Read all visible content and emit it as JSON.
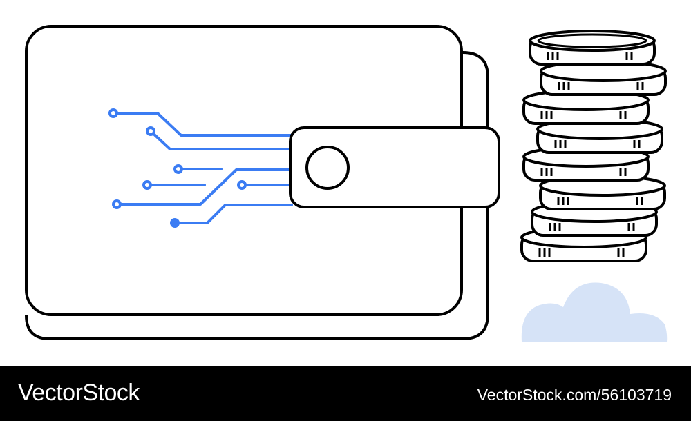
{
  "illustration": {
    "subject": "digital wallet with circuit lines and stacked coins",
    "colors": {
      "outline": "#000000",
      "accent": "#3b7cf3",
      "cloud": "#d6e3f7",
      "background": "#ffffff"
    },
    "coin_count": 8
  },
  "footer": {
    "brand": "VectorStock",
    "image_ref": "VectorStock.com/56103719",
    "background": "#000000",
    "text_color": "#ffffff"
  }
}
